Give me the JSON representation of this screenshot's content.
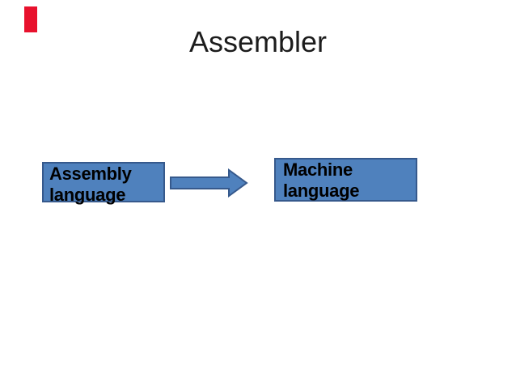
{
  "slide": {
    "title": "Assembler",
    "boxes": [
      {
        "id": "assembly",
        "label": "Assembly language"
      },
      {
        "id": "machine",
        "label": "Machine language"
      }
    ],
    "arrow": {
      "direction": "right",
      "meaning": "translation from assembly language to machine language"
    },
    "colors": {
      "background": "#ffffff",
      "box_fill": "#4f81bd",
      "box_border": "#36598c",
      "arrow_fill": "#4f81bd",
      "arrow_border": "#36598c",
      "clip_marker_red": "#e8112d",
      "title_text": "#1c1c1c",
      "box_text": "#000000"
    }
  }
}
